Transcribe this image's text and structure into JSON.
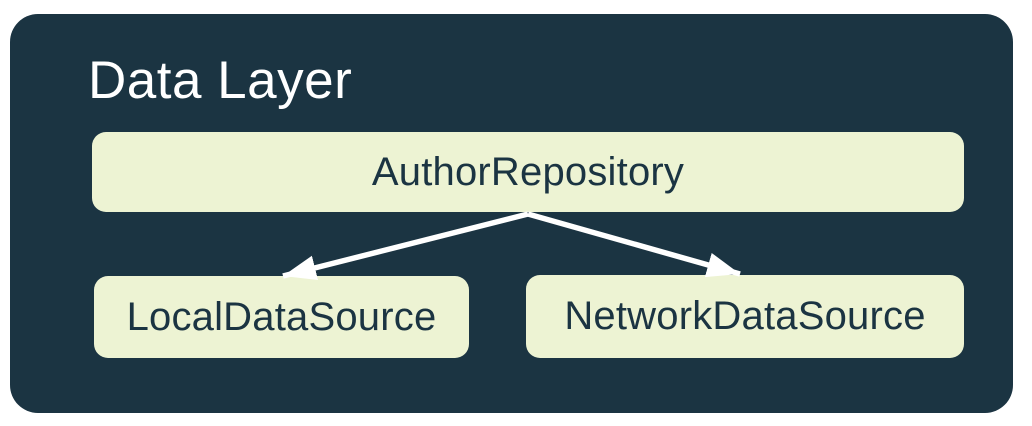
{
  "group": {
    "title": "Data Layer"
  },
  "nodes": {
    "repository": {
      "label": "AuthorRepository"
    },
    "local": {
      "label": "LocalDataSource"
    },
    "network": {
      "label": "NetworkDataSource"
    }
  },
  "edges": [
    {
      "from": "AuthorRepository",
      "to": "LocalDataSource"
    },
    {
      "from": "AuthorRepository",
      "to": "NetworkDataSource"
    }
  ],
  "colors": {
    "page_bg": "#FFFFFF",
    "group_bg": "#1B3442",
    "group_title_text": "#FFFFFF",
    "node_bg": "#EDF3D3",
    "node_text": "#1B3442",
    "arrow": "#FFFFFF"
  }
}
